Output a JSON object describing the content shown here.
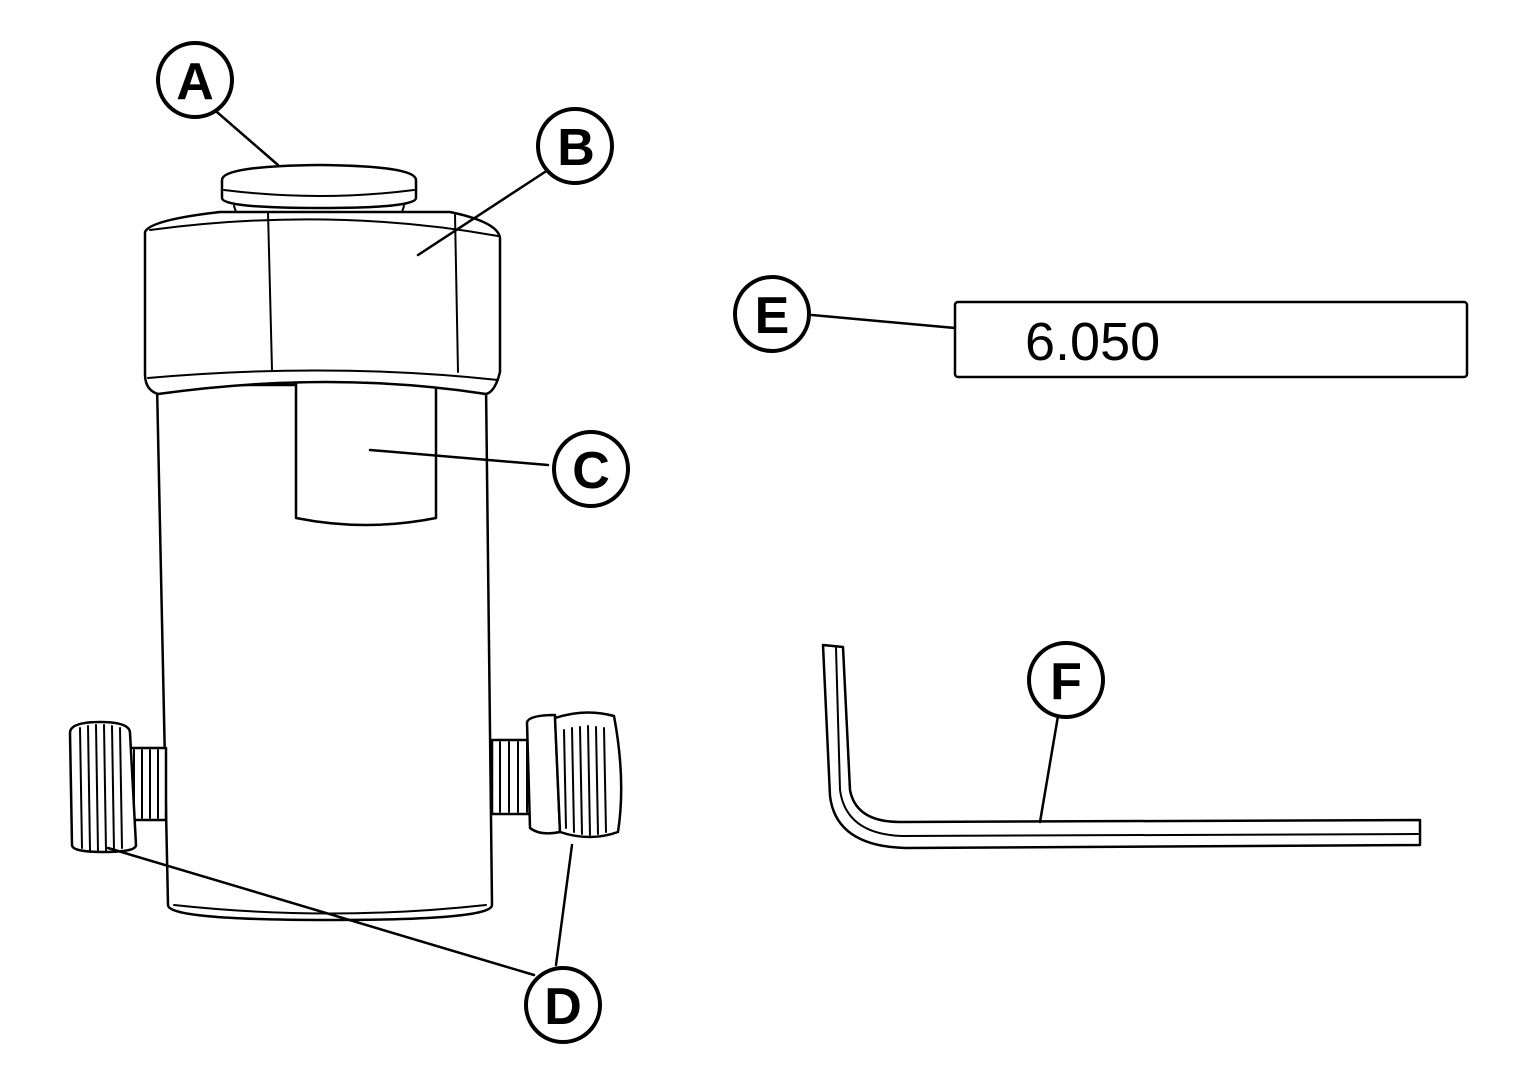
{
  "callouts": {
    "a": "A",
    "b": "B",
    "c": "C",
    "d": "D",
    "e": "E",
    "f": "F"
  },
  "gauge_block": {
    "value": "6.050"
  },
  "colors": {
    "line": "#000000",
    "background": "#ffffff"
  }
}
